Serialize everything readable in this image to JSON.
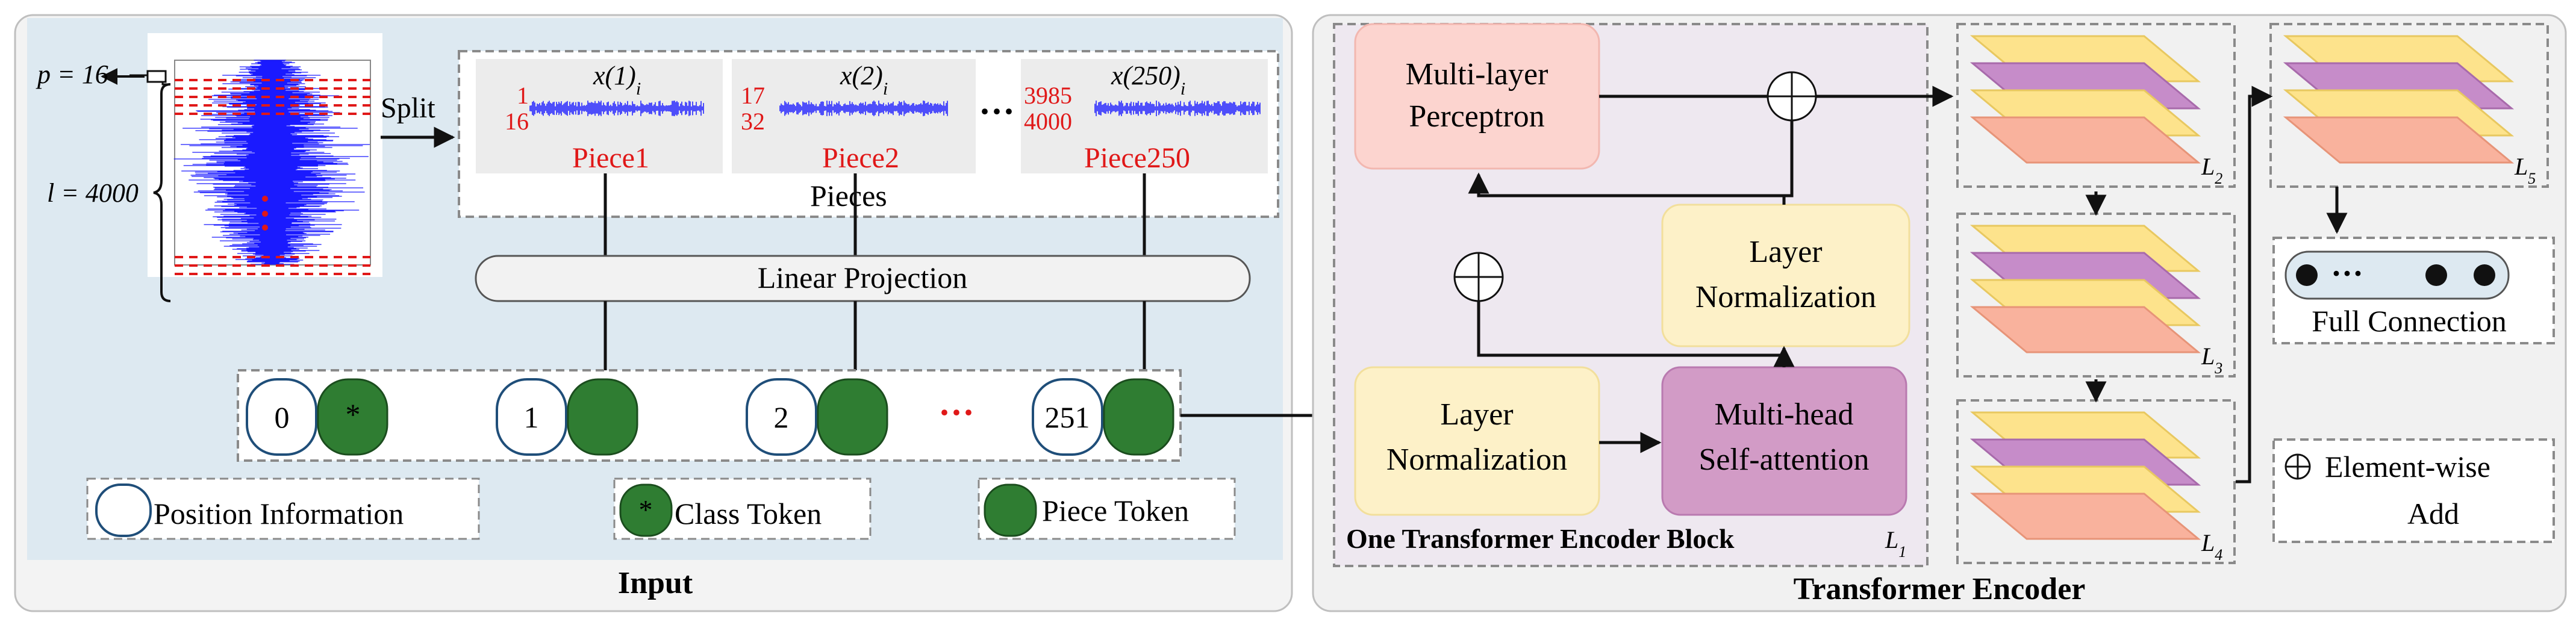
{
  "input_panel": {
    "caption": "Input",
    "p_label": "p = 16",
    "l_label": "l = 4000",
    "split_label": "Split",
    "pieces_label": "Pieces",
    "pieces": [
      {
        "top": "1",
        "bottom": "16",
        "x_label": "x(1)",
        "x_sub": "i",
        "name": "Piece1"
      },
      {
        "top": "17",
        "bottom": "32",
        "x_label": "x(2)",
        "x_sub": "i",
        "name": "Piece2"
      },
      {
        "top": "3985",
        "bottom": "4000",
        "x_label": "x(250)",
        "x_sub": "i",
        "name": "Piece250"
      }
    ],
    "pieces_ellipsis": "···",
    "linear_projection": "Linear Projection",
    "tokens": [
      "0",
      "1",
      "2",
      "251"
    ],
    "token_star": "*",
    "tokens_ellipsis": "···",
    "legend": {
      "position": "Position Information",
      "class": "Class Token",
      "class_star": "*",
      "piece": "Piece Token"
    }
  },
  "encoder_panel": {
    "caption": "Transformer Encoder",
    "block_caption": "One Transformer Encoder Block",
    "block_layer": "L",
    "block_layer_sub": "1",
    "mlp": [
      "Multi-layer",
      "Perceptron"
    ],
    "layer_norm_top": [
      "Layer",
      "Normalization"
    ],
    "layer_norm_bottom": [
      "Layer",
      "Normalization"
    ],
    "mhsa": [
      "Multi-head",
      "Self-attention"
    ],
    "stacks": [
      {
        "label": "L",
        "sub": "2"
      },
      {
        "label": "L",
        "sub": "3"
      },
      {
        "label": "L",
        "sub": "4"
      },
      {
        "label": "L",
        "sub": "5"
      }
    ],
    "full_connection": "Full Connection",
    "fc_ellipsis": "···",
    "element_wise": [
      "Element-wise",
      "Add"
    ]
  },
  "colors": {
    "input_bg": "#dde9f1",
    "panel_bg": "#f1f1f1",
    "block_bg": "#eee8f0",
    "mlp_fill": "#fcd4cf",
    "layernorm_fill": "#fdf1c8",
    "mhsa_fill": "#d29bc6",
    "token_green": "#2f7d32",
    "token_blue": "#1f4e79",
    "signal_blue": "#1a1aff",
    "red_text": "#e01818",
    "layer_yellow": "#fde38c",
    "layer_purple": "#c68cc9",
    "layer_salmon": "#f9b29d"
  }
}
